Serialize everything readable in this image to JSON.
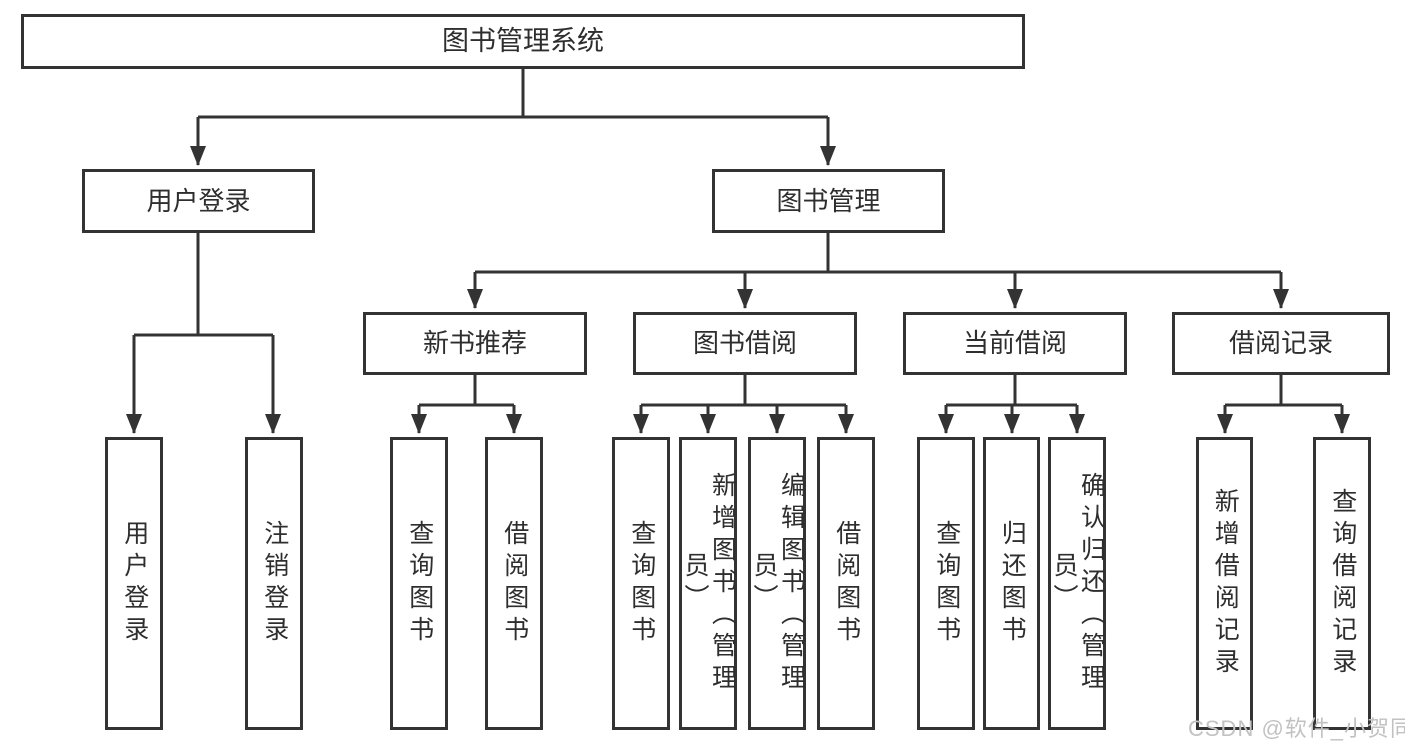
{
  "tree": {
    "label": "图书管理系统",
    "children": [
      {
        "label": "用户登录",
        "children": [
          {
            "label": "用户登录"
          },
          {
            "label": "注销登录"
          }
        ]
      },
      {
        "label": "图书管理",
        "children": [
          {
            "label": "新书推荐",
            "children": [
              {
                "label": "查询图书"
              },
              {
                "label": "借阅图书"
              }
            ]
          },
          {
            "label": "图书借阅",
            "children": [
              {
                "label": "查询图书"
              },
              {
                "label": "新增图书（管理员）"
              },
              {
                "label": "编辑图书（管理员）"
              },
              {
                "label": "借阅图书"
              }
            ]
          },
          {
            "label": "当前借阅",
            "children": [
              {
                "label": "查询图书"
              },
              {
                "label": "归还图书"
              },
              {
                "label": "确认归还（管理员）"
              }
            ]
          },
          {
            "label": "借阅记录",
            "children": [
              {
                "label": "新增借阅记录"
              },
              {
                "label": "查询借阅记录"
              }
            ]
          }
        ]
      }
    ]
  },
  "watermark": {
    "text": "CSDN @软件_小贺同学"
  },
  "colors": {
    "line": "#333333",
    "box_border": "#333333",
    "text": "#2e2e2e",
    "watermark": "#c2c2c2",
    "background": "#ffffff"
  }
}
